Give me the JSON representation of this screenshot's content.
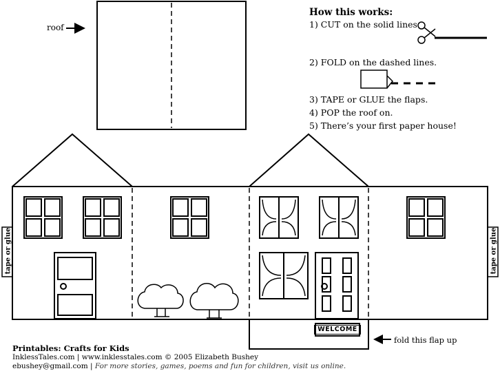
{
  "instructions": {
    "title": "How this works:",
    "steps": [
      "1) CUT on the solid lines",
      "2) FOLD on the dashed lines.",
      "3) TAPE or GLUE the flaps.",
      "4) POP the roof on.",
      "5) There’s your first paper house!"
    ]
  },
  "labels": {
    "roof": "roof",
    "fold_flap": "fold this flap up",
    "tape_glue_left": "tape or glue",
    "tape_glue_right": "tape or glue",
    "welcome_sign": "WELCOME"
  },
  "footer": {
    "line1": "Printables: Crafts for Kids",
    "line2": "InklessTales.com | www.inklesstales.com © 2005 Elizabeth Bushey",
    "line3_email": "ebushey@gmail.com",
    "line3_sep": " | ",
    "line3_tagline": "For more stories, games, poems and fun for children, visit us online."
  },
  "icons": {
    "scissors": "scissors-icon",
    "arrow": "arrow-right-icon",
    "fold": "fold-paper-icon"
  }
}
